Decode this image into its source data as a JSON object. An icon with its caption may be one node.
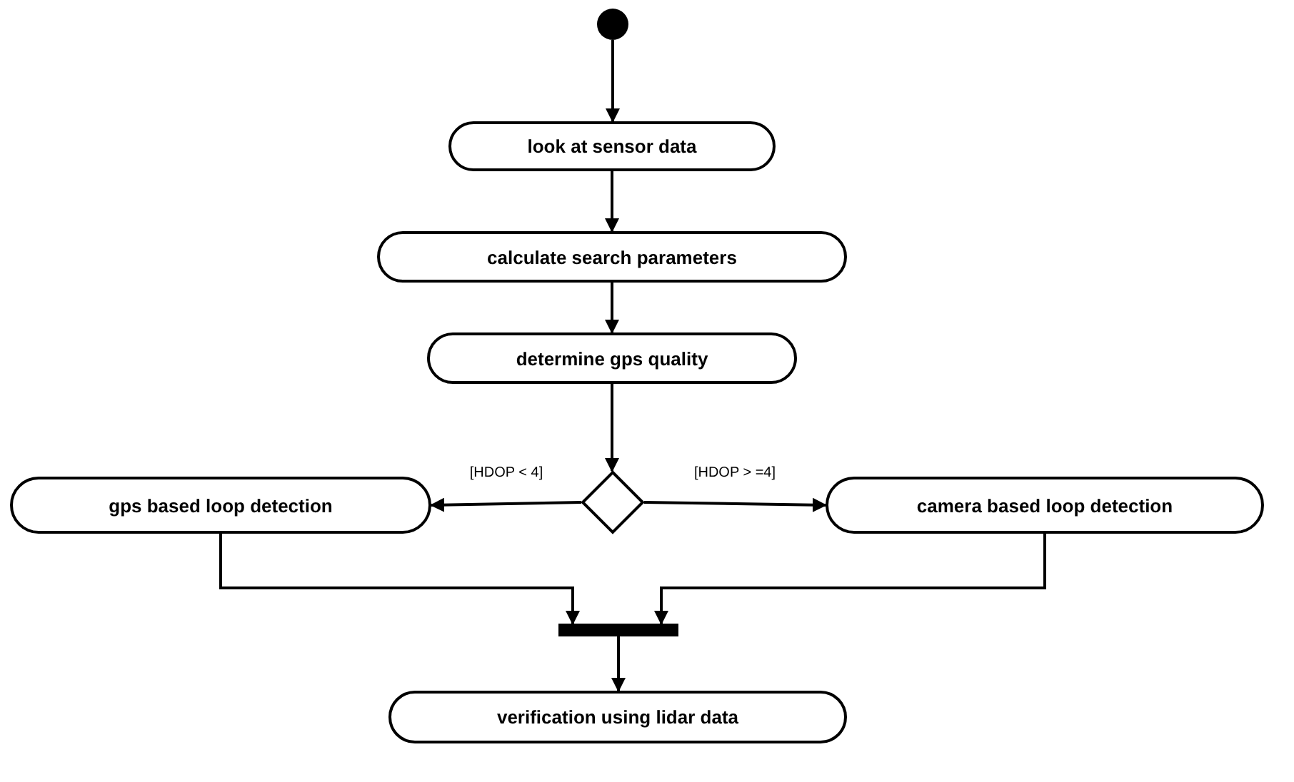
{
  "diagram": {
    "nodes": [
      {
        "text": [],
        "shape": "circle"
      },
      {
        "text": [
          "look at sensor data"
        ]
      },
      {
        "text": [
          "calculate search parameters"
        ]
      },
      {
        "text": [
          "determine gps quality"
        ]
      },
      {
        "text": [],
        "shape": "diamond"
      },
      {
        "text": [
          "gps based loop detection"
        ]
      },
      {
        "text": [
          "camera based loop detection"
        ]
      },
      {
        "text": [],
        "shape": "bar"
      },
      {
        "text": [
          "verification using lidar data"
        ]
      }
    ],
    "edges": [
      {
        "from": 0,
        "to": 1,
        "arrow": "to"
      },
      {
        "from": 1,
        "to": 2,
        "arrow": "to"
      },
      {
        "from": 2,
        "to": 3,
        "arrow": "to"
      },
      {
        "from": 3,
        "to": 4,
        "arrow": "to"
      },
      {
        "from": 4,
        "to": 5,
        "arrow": "to",
        "label": "[HDOP < 4]"
      },
      {
        "from": 4,
        "to": 6,
        "arrow": "to",
        "label": "[HDOP > =4]"
      },
      {
        "from": 5,
        "to": 7,
        "arrow": "to"
      },
      {
        "from": 6,
        "to": 7,
        "arrow": "to"
      },
      {
        "from": 7,
        "to": 8,
        "arrow": "to"
      }
    ]
  }
}
